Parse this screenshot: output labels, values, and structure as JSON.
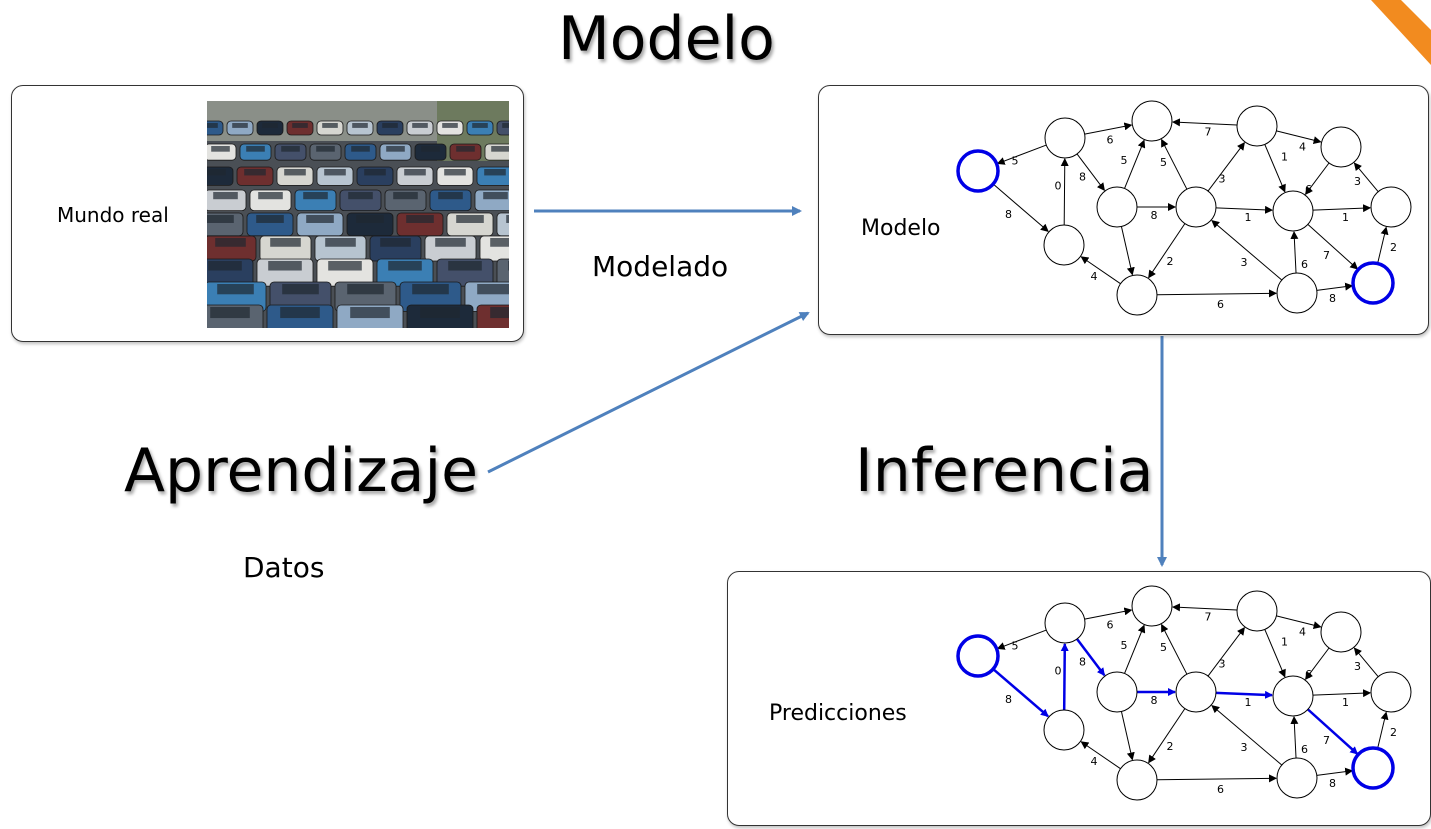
{
  "titles": {
    "modelo": "Modelo",
    "aprendizaje": "Aprendizaje",
    "inferencia": "Inferencia"
  },
  "labels": {
    "modelado": "Modelado",
    "datos": "Datos"
  },
  "boxes": {
    "real_world": {
      "label": "Mundo real",
      "image": "traffic-jam-photo"
    },
    "model": {
      "label": "Modelo"
    },
    "predictions": {
      "label": "Predicciones"
    }
  },
  "graph": {
    "edge_labels": [
      "5",
      "8",
      "6",
      "8",
      "0",
      "5",
      "5",
      "7",
      "3",
      "4",
      "1",
      "6",
      "3",
      "8",
      "1",
      "1",
      "7",
      "2",
      "4",
      "2",
      "3",
      "6",
      "6",
      "8"
    ]
  },
  "colors": {
    "arrow": "#4f81bd",
    "highlight": "#0000e6",
    "corner_accent": "#f28b1f"
  }
}
